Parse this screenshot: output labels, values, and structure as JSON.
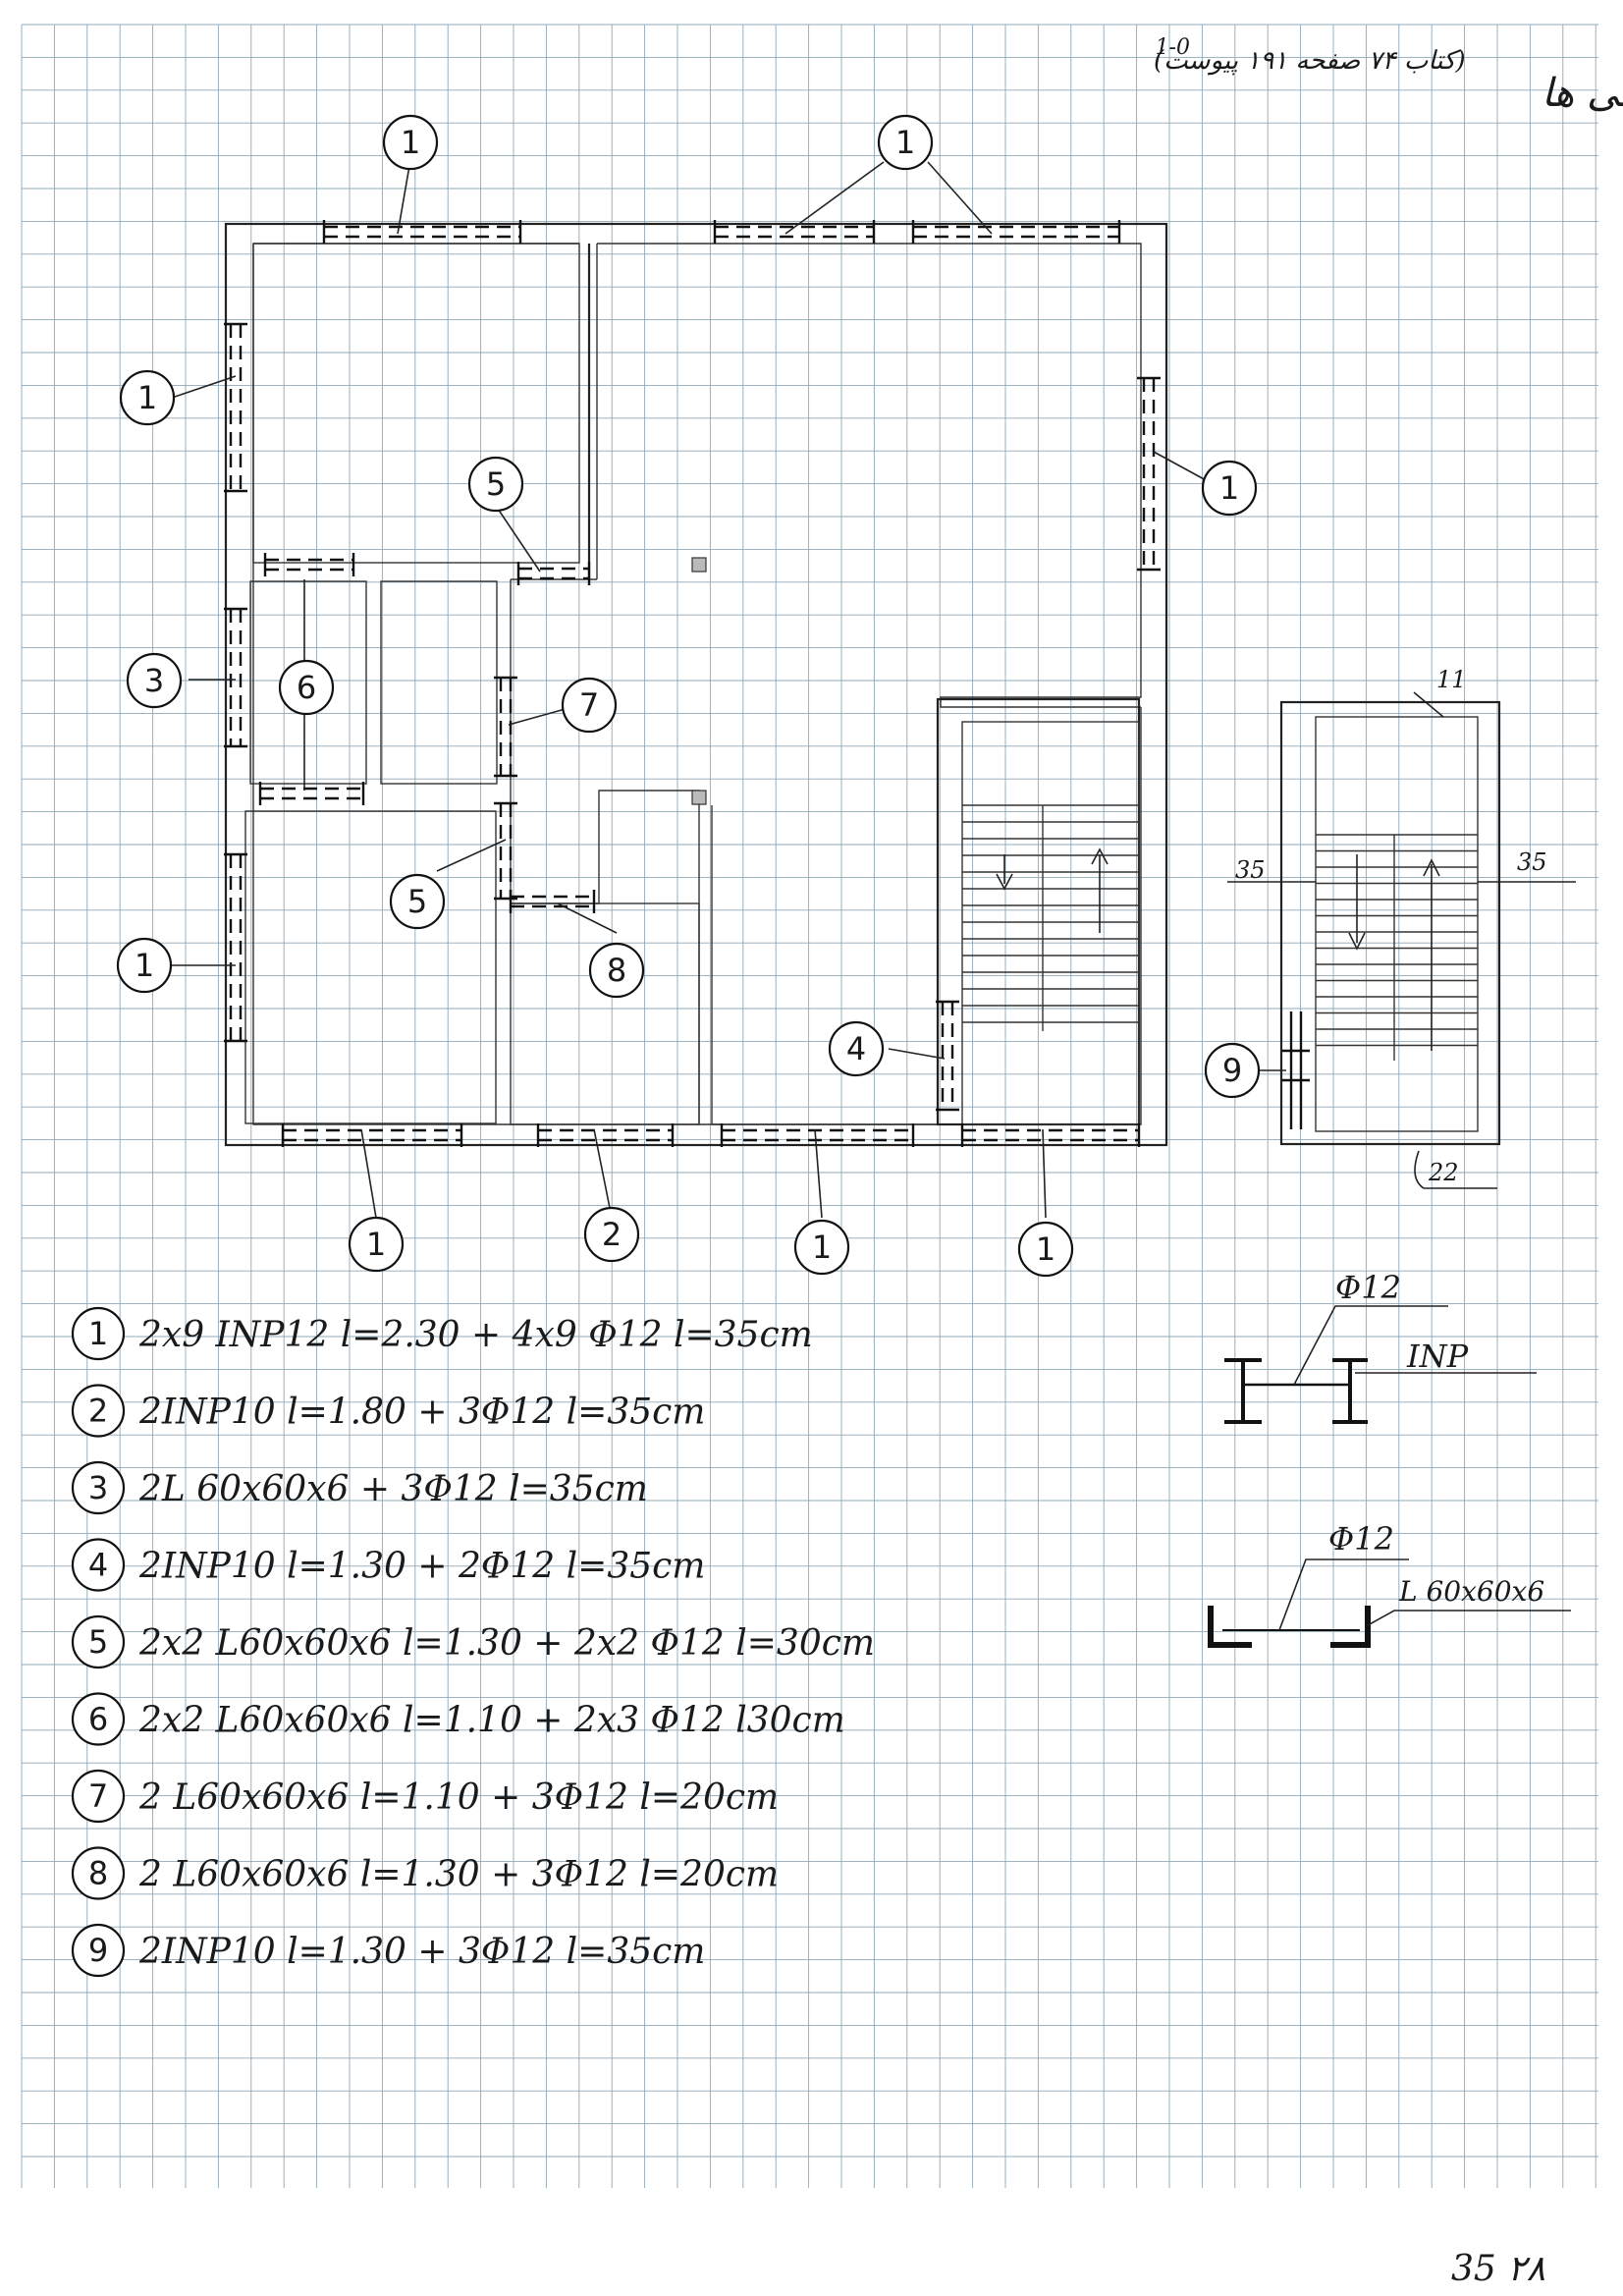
{
  "header": {
    "title": "نقشه: نعل درگاهی ها",
    "reference": "(کتاب ۷۴ صفحه ۱۹۱ پیوست)",
    "sheet_no": "1-0"
  },
  "plan_tags": [
    "1",
    "1",
    "1",
    "1",
    "5",
    "3",
    "6",
    "7",
    "5",
    "1",
    "8",
    "4",
    "1",
    "2",
    "1",
    "1",
    "9"
  ],
  "stair_dims": {
    "top": "11",
    "left": "35",
    "right": "35",
    "bottom": "22"
  },
  "legend": [
    {
      "id": "1",
      "text": "2x9 INP12 l=2.30 + 4x9 Φ12 l=35cm"
    },
    {
      "id": "2",
      "text": "2INP10 l=1.80 + 3Φ12 l=35cm"
    },
    {
      "id": "3",
      "text": "2L 60x60x6 + 3Φ12 l=35cm"
    },
    {
      "id": "4",
      "text": "2INP10 l=1.30 + 2Φ12 l=35cm"
    },
    {
      "id": "5",
      "text": "2x2 L60x60x6 l=1.30 + 2x2 Φ12 l=30cm"
    },
    {
      "id": "6",
      "text": "2x2 L60x60x6 l=1.10 + 2x3 Φ12 l30cm"
    },
    {
      "id": "7",
      "text": "2 L60x60x6 l=1.10 + 3Φ12 l=20cm"
    },
    {
      "id": "8",
      "text": "2 L60x60x6 l=1.30 + 3Φ12 l=20cm"
    },
    {
      "id": "9",
      "text": "2INP10 l=1.30 + 3Φ12 l=35cm"
    }
  ],
  "details": {
    "inp": {
      "bar": "Φ12",
      "section": "INP"
    },
    "angle": {
      "bar": "Φ12",
      "section": "L 60x60x6"
    }
  },
  "page_no": "35 ۲۸"
}
